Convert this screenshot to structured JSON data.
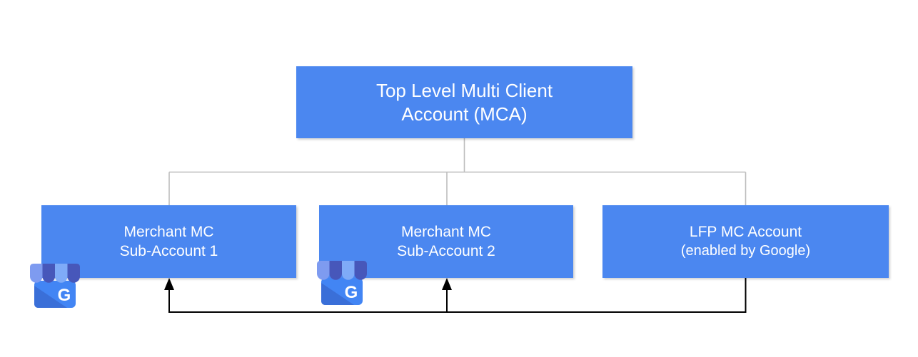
{
  "page": {
    "background": "#ffffff",
    "description": "Merchant Center account hierarchy diagram"
  },
  "colors": {
    "page_bg": "#ffffff",
    "box_fill": "#4b87f0",
    "box_text": "#ffffff",
    "connector_gray": "#bdbdbd",
    "arrow_black": "#000000",
    "awning_periwinkle": "#7e9bf0",
    "awning_indigo": "#4757ba",
    "awning_light": "#7fabf8",
    "storefront_blue": "#4285f4",
    "storefront_shade": "#3a6fd8",
    "g_letter_color": "#ffffff"
  },
  "nodes": {
    "root": {
      "line1": "Top Level Multi Client",
      "line2": "Account (MCA)"
    },
    "sub1": {
      "line1": "Merchant MC",
      "line2": "Sub-Account 1"
    },
    "sub2": {
      "line1": "Merchant MC",
      "line2": "Sub-Account 2"
    },
    "lfp": {
      "line1": "LFP MC Account",
      "line2": "(enabled by Google)"
    }
  },
  "icons": {
    "g_letter": "G",
    "items": [
      {
        "name": "google-my-business-icon",
        "attached_to": "sub1"
      },
      {
        "name": "google-my-business-icon",
        "attached_to": "sub2"
      }
    ]
  },
  "connections": {
    "tree": "root connects to sub1, sub2 and lfp via gray elbow lines",
    "feedback": "black arrows from bottom of lfp point up into bottoms of sub1 and sub2"
  }
}
